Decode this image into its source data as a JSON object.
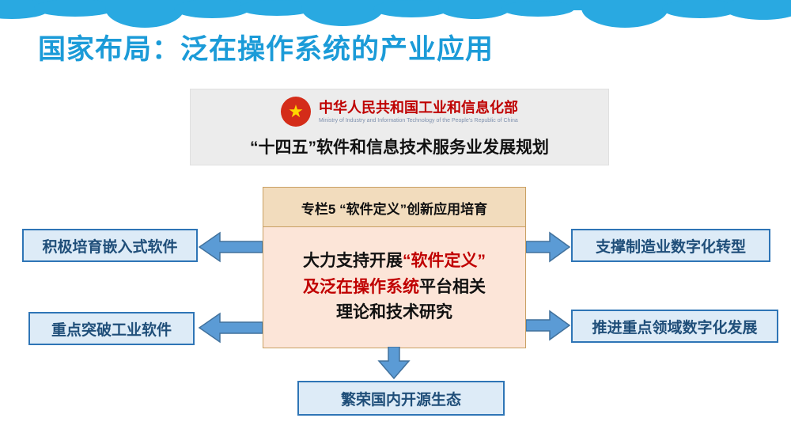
{
  "title": "国家布局：泛在操作系统的产业应用",
  "ministry": {
    "name": "中华人民共和国工业和信息化部",
    "name_en": "Ministry of Industry and Information Technology of the People's Republic of China",
    "emblem_icon": "★",
    "plan_title": "“十四五”软件和信息技术服务业发展规划"
  },
  "center_box": {
    "header": "专栏5 “软件定义”创新应用培育",
    "body_lines": [
      [
        {
          "t": "大力支持开展",
          "red": false
        },
        {
          "t": "“软件定义”",
          "red": true
        }
      ],
      [
        {
          "t": "及泛在操作系统",
          "red": true
        },
        {
          "t": "平台相关",
          "red": false
        }
      ],
      [
        {
          "t": "理论和技术研究",
          "red": false
        }
      ]
    ]
  },
  "branches": {
    "left_top": "积极培育嵌入式软件",
    "left_bottom": "重点突破工业软件",
    "right_top": "支撑制造业数字化转型",
    "right_bottom": "推进重点领域数字化发展",
    "bottom": "繁荣国内开源生态"
  },
  "colors": {
    "title_blue": "#1B9BD8",
    "cloud_blue": "#29A9E1",
    "accent_red": "#C00000",
    "ministry_red": "#BF0000",
    "branch_fill": "#DDEBF7",
    "branch_border": "#2E75B6",
    "branch_text": "#1F4E79",
    "arrow_fill": "#5B9BD5",
    "arrow_outline": "#41719C",
    "center_header_bg": "#F2DCBD",
    "center_body_bg": "#FCE5D8"
  }
}
